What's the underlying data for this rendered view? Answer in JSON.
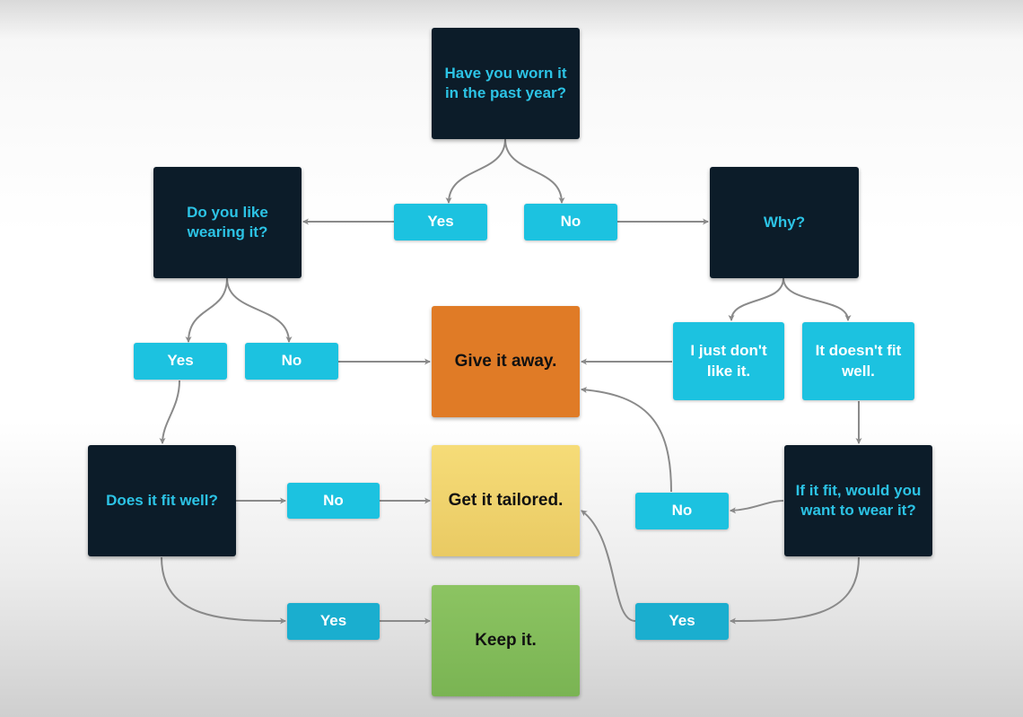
{
  "colors": {
    "question_bg": "#0c1c29",
    "question_text": "#2cc3e5",
    "answer_bg": "#1cc2e0",
    "answer_text": "#ffffff",
    "give_away": "#e07b26",
    "tailor": "#f3d674",
    "keep": "#86bf5d",
    "connector": "#8a8a8a"
  },
  "nodes": {
    "q_worn": "Have you worn it in the past year?",
    "a_worn_yes": "Yes",
    "a_worn_no": "No",
    "q_like": "Do you like wearing it?",
    "q_why": "Why?",
    "a_like_yes": "Yes",
    "a_like_no": "No",
    "outcome_give": "Give it away.",
    "a_dont_like": "I just don't like it.",
    "a_not_fit": "It doesn't fit well.",
    "q_fit": "Does it fit well?",
    "a_fit_no": "No",
    "outcome_tailor": "Get it tailored.",
    "q_would_wear": "If it fit, would you want to wear it?",
    "a_would_no": "No",
    "a_fit_yes": "Yes",
    "outcome_keep": "Keep it.",
    "a_would_yes": "Yes"
  },
  "edges": [
    [
      "q_worn",
      "a_worn_yes"
    ],
    [
      "q_worn",
      "a_worn_no"
    ],
    [
      "a_worn_yes",
      "q_like"
    ],
    [
      "a_worn_no",
      "q_why"
    ],
    [
      "q_like",
      "a_like_yes"
    ],
    [
      "q_like",
      "a_like_no"
    ],
    [
      "a_like_no",
      "outcome_give"
    ],
    [
      "q_why",
      "a_dont_like"
    ],
    [
      "q_why",
      "a_not_fit"
    ],
    [
      "a_dont_like",
      "outcome_give"
    ],
    [
      "a_not_fit",
      "q_would_wear"
    ],
    [
      "a_like_yes",
      "q_fit"
    ],
    [
      "q_fit",
      "a_fit_no"
    ],
    [
      "a_fit_no",
      "outcome_tailor"
    ],
    [
      "q_fit",
      "a_fit_yes"
    ],
    [
      "a_fit_yes",
      "outcome_keep"
    ],
    [
      "q_would_wear",
      "a_would_no"
    ],
    [
      "a_would_no",
      "outcome_give"
    ],
    [
      "q_would_wear",
      "a_would_yes"
    ],
    [
      "a_would_yes",
      "outcome_tailor"
    ]
  ]
}
